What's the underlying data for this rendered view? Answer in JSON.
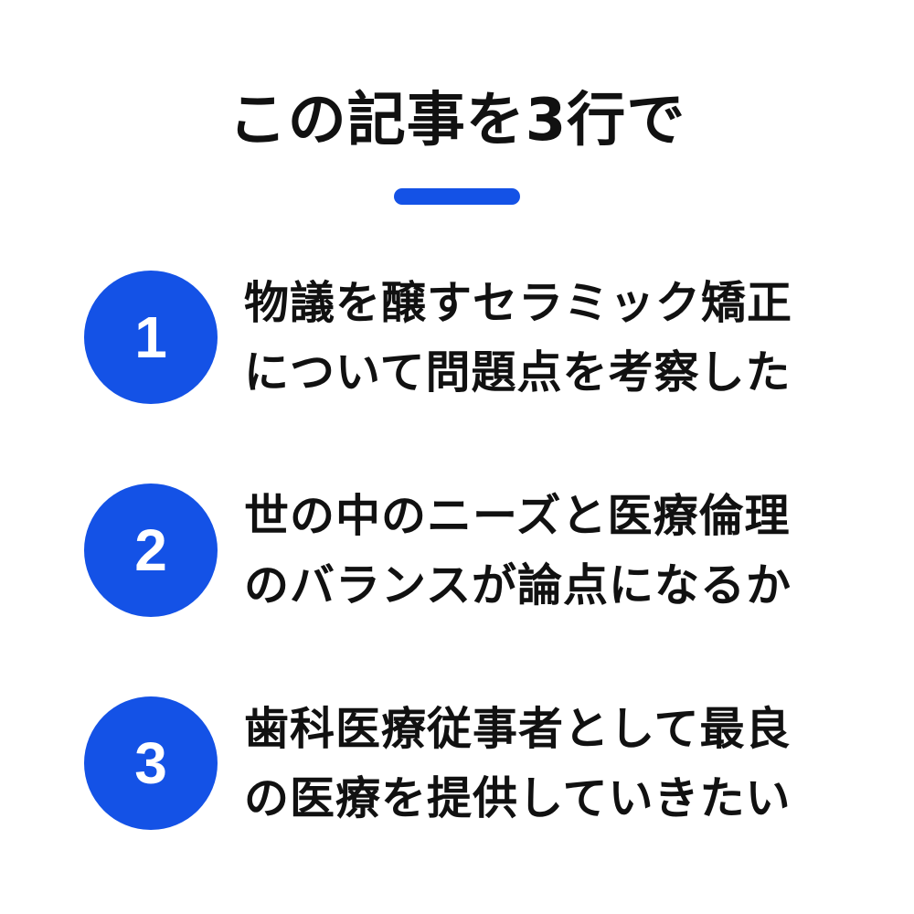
{
  "title": "この記事を3行で",
  "accent_color": "#1452e6",
  "items": [
    {
      "number": "1",
      "line1": "物議を醸すセラミック矯正",
      "line2": "について問題点を考察した"
    },
    {
      "number": "2",
      "line1": "世の中のニーズと医療倫理",
      "line2": "のバランスが論点になるか"
    },
    {
      "number": "3",
      "line1": "歯科医療従事者として最良",
      "line2": "の医療を提供していきたい"
    }
  ]
}
